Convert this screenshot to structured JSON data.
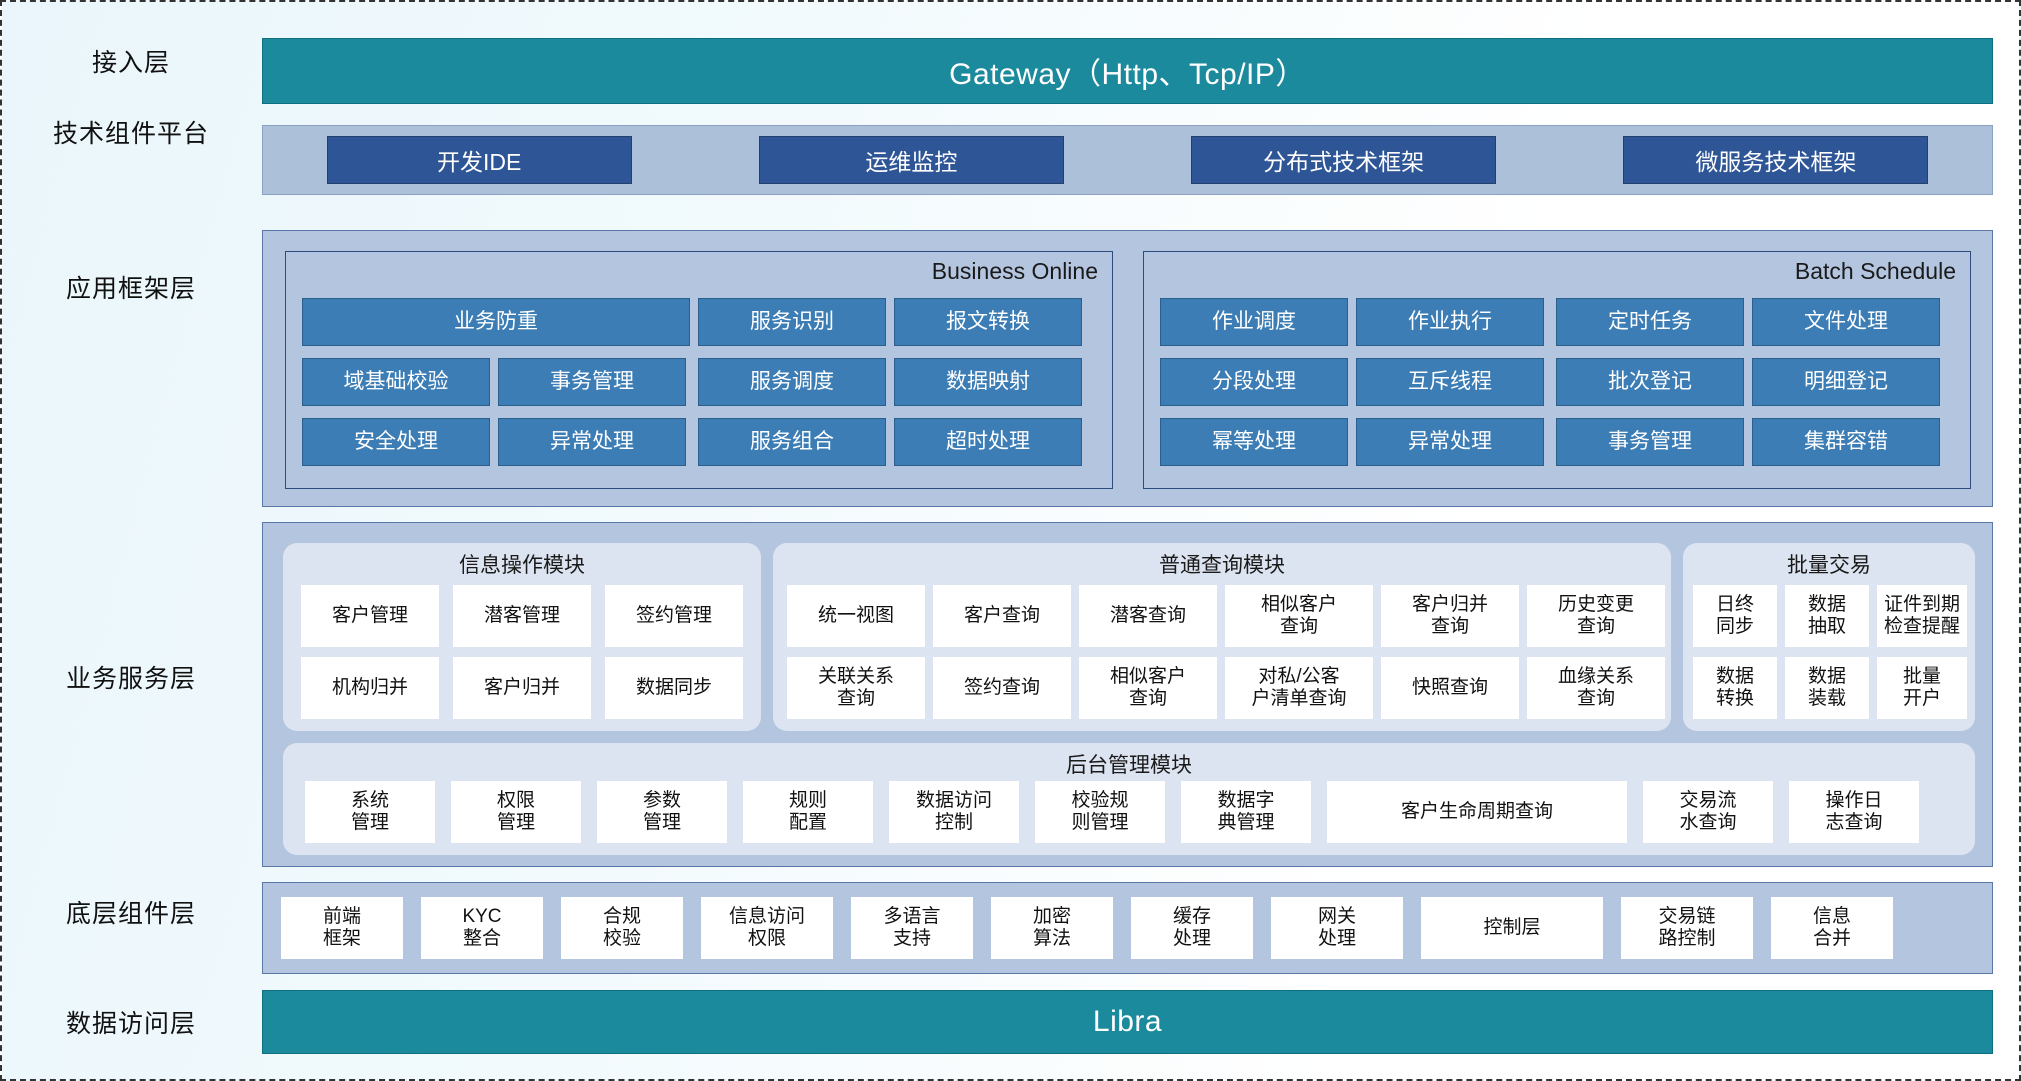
{
  "layers": [
    {
      "id": "access",
      "label": "接入层"
    },
    {
      "id": "tech",
      "label": "技术组件平台"
    },
    {
      "id": "appfw",
      "label": "应用框架层"
    },
    {
      "id": "bizsvc",
      "label": "业务服务层"
    },
    {
      "id": "component",
      "label": "底层组件层"
    },
    {
      "id": "dataacc",
      "label": "数据访问层"
    }
  ],
  "access_layer": {
    "title": "Gateway（Http、Tcp/IP）"
  },
  "tech_platform": {
    "chips": [
      "开发IDE",
      "运维监控",
      "分布式技术框架",
      "微服务技术框架"
    ]
  },
  "app_framework": {
    "groups": [
      {
        "title": "Business Online",
        "rows": [
          [
            {
              "label": "业务防重",
              "span": 2
            },
            {
              "label": "服务识别",
              "span": 1
            },
            {
              "label": "报文转换",
              "span": 1
            }
          ],
          [
            {
              "label": "域基础校验",
              "span": 1
            },
            {
              "label": "事务管理",
              "span": 1
            },
            {
              "label": "服务调度",
              "span": 1
            },
            {
              "label": "数据映射",
              "span": 1
            }
          ],
          [
            {
              "label": "安全处理",
              "span": 1
            },
            {
              "label": "异常处理",
              "span": 1
            },
            {
              "label": "服务组合",
              "span": 1
            },
            {
              "label": "超时处理",
              "span": 1
            }
          ]
        ]
      },
      {
        "title": "Batch Schedule",
        "rows": [
          [
            {
              "label": "作业调度",
              "span": 1
            },
            {
              "label": "作业执行",
              "span": 1
            },
            {
              "label": "定时任务",
              "span": 1
            },
            {
              "label": "文件处理",
              "span": 1
            }
          ],
          [
            {
              "label": "分段处理",
              "span": 1
            },
            {
              "label": "互斥线程",
              "span": 1
            },
            {
              "label": "批次登记",
              "span": 1
            },
            {
              "label": "明细登记",
              "span": 1
            }
          ],
          [
            {
              "label": "幂等处理",
              "span": 1
            },
            {
              "label": "异常处理",
              "span": 1
            },
            {
              "label": "事务管理",
              "span": 1
            },
            {
              "label": "集群容错",
              "span": 1
            }
          ]
        ]
      }
    ]
  },
  "business_service": {
    "groups": [
      {
        "title": "信息操作模块",
        "rows": [
          [
            "客户管理",
            "潜客管理",
            "签约管理"
          ],
          [
            "机构归并",
            "客户归并",
            "数据同步"
          ]
        ]
      },
      {
        "title": "普通查询模块",
        "rows": [
          [
            "统一视图",
            "客户查询",
            "潜客查询",
            "相似客户\n查询",
            "客户归并\n查询",
            "历史变更\n查询"
          ],
          [
            "关联关系\n查询",
            "签约查询",
            "相似客户\n查询",
            "对私/公客\n户清单查询",
            "快照查询",
            "血缘关系\n查询"
          ]
        ]
      },
      {
        "title": "批量交易",
        "rows": [
          [
            "日终\n同步",
            "数据\n抽取",
            "证件到期\n检查提醒"
          ],
          [
            "数据\n转换",
            "数据\n装载",
            "批量\n开户"
          ]
        ]
      }
    ],
    "admin_group": {
      "title": "后台管理模块",
      "cells": [
        {
          "label": "系统\n管理",
          "wide": false
        },
        {
          "label": "权限\n管理",
          "wide": false
        },
        {
          "label": "参数\n管理",
          "wide": false
        },
        {
          "label": "规则\n配置",
          "wide": false
        },
        {
          "label": "数据访问\n控制",
          "wide": false
        },
        {
          "label": "校验规\n则管理",
          "wide": false
        },
        {
          "label": "数据字\n典管理",
          "wide": false
        },
        {
          "label": "客户生命周期查询",
          "wide": true
        },
        {
          "label": "交易流\n水查询",
          "wide": false
        },
        {
          "label": "操作日\n志查询",
          "wide": false
        }
      ]
    }
  },
  "component_layer": {
    "cells": [
      {
        "label": "前端\n框架",
        "wide": false
      },
      {
        "label": "KYC\n整合",
        "wide": false
      },
      {
        "label": "合规\n校验",
        "wide": false
      },
      {
        "label": "信息访问\n权限",
        "wide": false
      },
      {
        "label": "多语言\n支持",
        "wide": false
      },
      {
        "label": "加密\n算法",
        "wide": false
      },
      {
        "label": "缓存\n处理",
        "wide": false
      },
      {
        "label": "网关\n处理",
        "wide": false
      },
      {
        "label": "控制层",
        "wide": true
      },
      {
        "label": "交易链\n路控制",
        "wide": false
      },
      {
        "label": "信息\n合并",
        "wide": false
      }
    ]
  },
  "data_access_layer": {
    "title": "Libra"
  },
  "colors": {
    "teal": "#1b8a9c",
    "tech_band": "#adc0da",
    "tech_chip": "#2e5596",
    "framework_band": "#b4c5e0",
    "framework_cell": "#3c7db5",
    "service_group": "#dde4f1",
    "service_cell": "#ffffff",
    "page_bg": "#eaf6fb"
  }
}
